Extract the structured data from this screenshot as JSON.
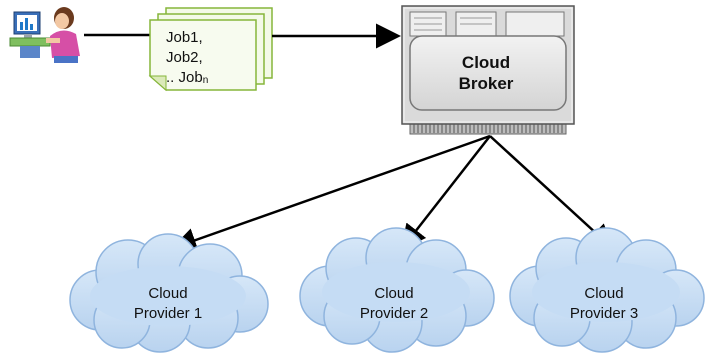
{
  "jobs": {
    "line1": "Job1,",
    "line2": "Job2,",
    "line3_prefix": ".. Job",
    "line3_sub": "n"
  },
  "broker": {
    "line1": "Cloud",
    "line2": "Broker"
  },
  "providers": [
    {
      "line1": "Cloud",
      "line2": "Provider 1"
    },
    {
      "line1": "Cloud",
      "line2": "Provider 2"
    },
    {
      "line1": "Cloud",
      "line2": "Provider 3"
    }
  ],
  "colors": {
    "cloud_fill": "#c5dcf4",
    "cloud_stroke": "#8fb4de",
    "server_body": "#dadada",
    "server_panel": "#e8e8e8",
    "doc_fill": "#f4fae8",
    "doc_stroke": "#86b63a",
    "arrow": "#000000"
  },
  "icons": {
    "user": "user-at-computer-icon",
    "documents": "stacked-documents-icon",
    "server": "server-rack-icon"
  }
}
